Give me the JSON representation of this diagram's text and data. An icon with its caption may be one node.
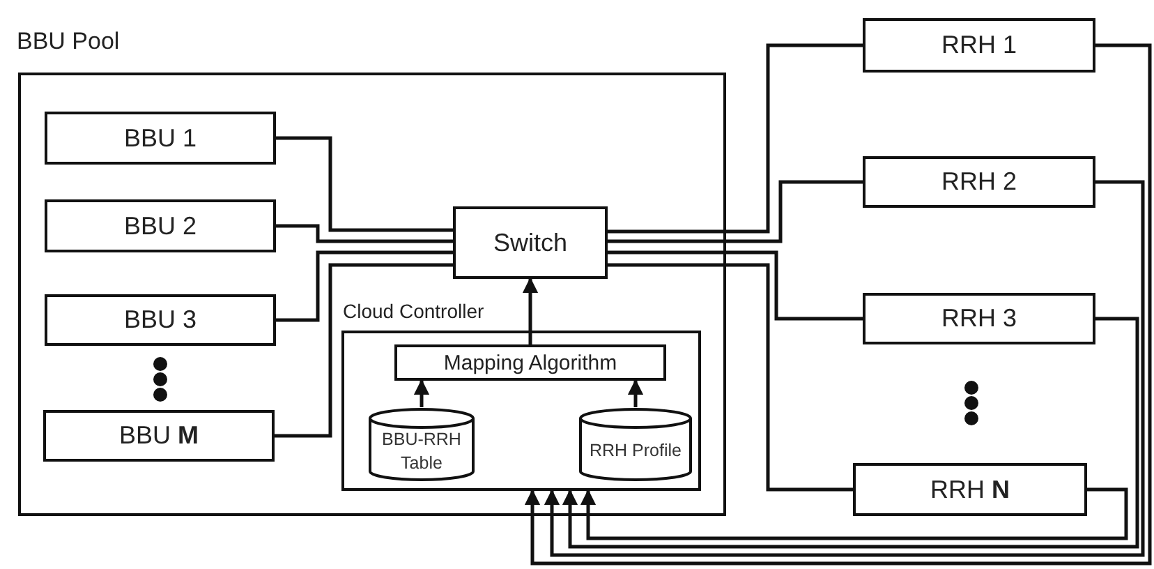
{
  "diagram": {
    "nodes": [
      {
        "text": [
          "BBU Pool"
        ]
      },
      {
        "text": [
          "BBU 1"
        ],
        "in": 0
      },
      {
        "text": [
          "BBU 2"
        ],
        "in": 0
      },
      {
        "text": [
          "BBU 3"
        ],
        "in": 0
      },
      {
        "text": [
          "BBU **M**"
        ],
        "in": 0
      },
      {
        "text": [
          "Switch"
        ],
        "in": 0
      },
      {
        "text": [
          "Cloud Controller"
        ],
        "in": 0
      },
      {
        "text": [
          "Mapping Algorithm"
        ],
        "in": 6
      },
      {
        "text": [
          "BBU-RRH Table"
        ],
        "in": 6
      },
      {
        "text": [
          "RRH Profile"
        ],
        "in": 6
      },
      {
        "text": [
          "RRH 1"
        ]
      },
      {
        "text": [
          "RRH 2"
        ]
      },
      {
        "text": [
          "RRH 3"
        ]
      },
      {
        "text": [
          "RRH **N**"
        ]
      }
    ],
    "edges": [
      {
        "from": 1,
        "to": 5,
        "arrow": "none"
      },
      {
        "from": 2,
        "to": 5,
        "arrow": "none"
      },
      {
        "from": 3,
        "to": 5,
        "arrow": "none"
      },
      {
        "from": 4,
        "to": 5,
        "arrow": "none"
      },
      {
        "from": 5,
        "to": 10,
        "arrow": "none"
      },
      {
        "from": 5,
        "to": 11,
        "arrow": "none"
      },
      {
        "from": 5,
        "to": 12,
        "arrow": "none"
      },
      {
        "from": 5,
        "to": 13,
        "arrow": "none"
      },
      {
        "from": 7,
        "to": 5,
        "arrow": "to"
      },
      {
        "from": 8,
        "to": 7,
        "arrow": "to"
      },
      {
        "from": 9,
        "to": 7,
        "arrow": "to"
      },
      {
        "from": 10,
        "to": 6,
        "arrow": "to"
      },
      {
        "from": 11,
        "to": 6,
        "arrow": "to"
      },
      {
        "from": 12,
        "to": 6,
        "arrow": "to"
      },
      {
        "from": 13,
        "to": 6,
        "arrow": "to"
      }
    ]
  }
}
